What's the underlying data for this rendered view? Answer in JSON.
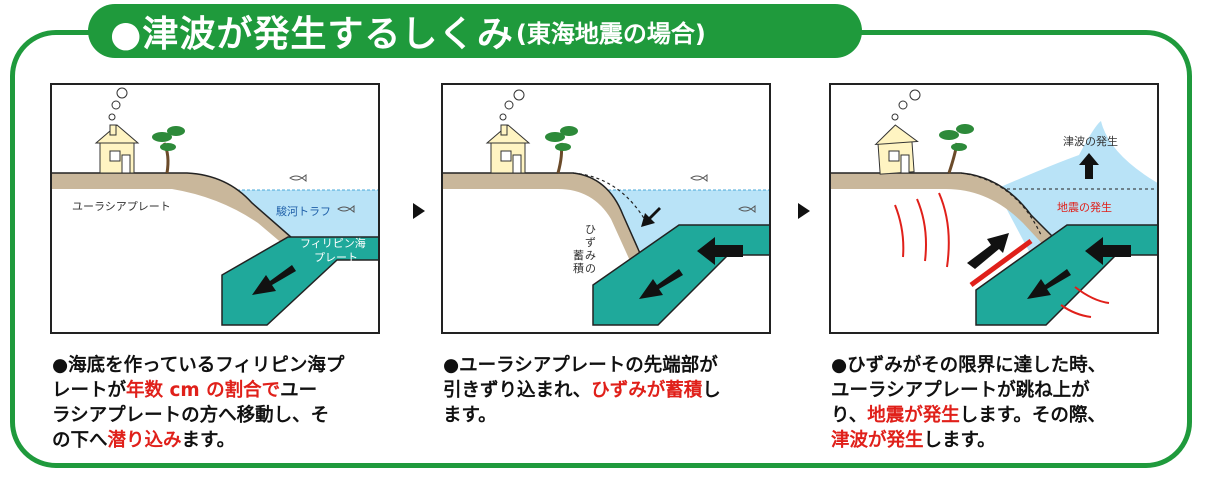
{
  "title": {
    "main": "●津波が発生するしくみ",
    "sub": "(東海地震の場合)"
  },
  "panel1": {
    "plate_eurasia": "ユーラシアプレート",
    "trough": "駿河トラフ",
    "plate_philippine_1": "フィリピン海",
    "plate_philippine_2": "プレート"
  },
  "panel2": {
    "strain_1": "ひ",
    "strain_2": "ず",
    "strain_3": "み",
    "strain_4": "の",
    "strain_5": "蓄",
    "strain_6": "積"
  },
  "panel3": {
    "tsunami_label": "津波の発生",
    "quake_label": "地震の発生"
  },
  "captions": {
    "c1": {
      "l1": "●海底を作っているフィリピン海プ",
      "l2a": "レートが",
      "l2b": "年数 cm の割合で",
      "l2c": "ユー",
      "l3": "ラシアプレートの方へ移動し、そ",
      "l4a": "の下へ",
      "l4b": "潜り込み",
      "l4c": "ます。"
    },
    "c2": {
      "l1": "●ユーラシアプレートの先端部が",
      "l2a": "引きずり込まれ、",
      "l2b": "ひずみが蓄積",
      "l2c": "し",
      "l3": "ます。"
    },
    "c3": {
      "l1": "●ひずみがその限界に達した時、",
      "l2": "ユーラシアプレートが跳ね上が",
      "l3a": "り、",
      "l3b": "地震が発生",
      "l3c": "します。その際、",
      "l4a": "津波が発生",
      "l4b": "します。"
    }
  },
  "colors": {
    "frame_green": "#1f9a3c",
    "sea": "#b9e3f7",
    "plate_land": "#c9b79b",
    "plate_ocean": "#1fa99b",
    "accent_red": "#e0201a"
  }
}
